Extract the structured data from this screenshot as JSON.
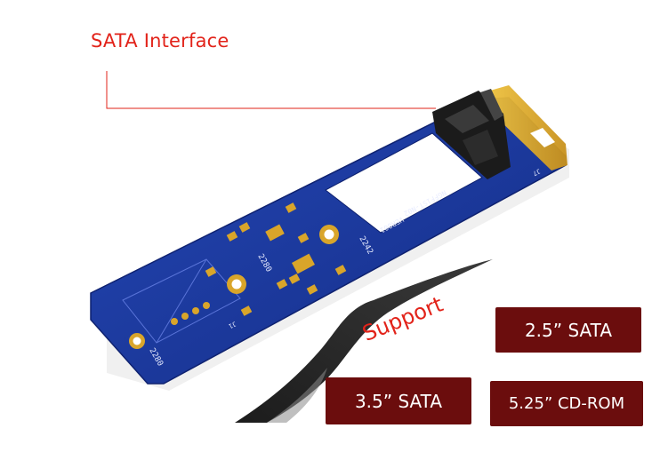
{
  "callout": {
    "label": "SATA Interface"
  },
  "support": {
    "label": "Support"
  },
  "badges": {
    "sata_25": "2.5” SATA",
    "sata_35": "3.5” SATA",
    "cdrom_525": "5.25” CD-ROM"
  },
  "board": {
    "silkscreen_model": "NGFF1ST-N02",
    "silkscreen_version": "VER001",
    "silkscreen_2242": "2242",
    "silkscreen_2280_mid": "2280",
    "silkscreen_2280_end": "2280",
    "silkscreen_j1": "J1",
    "silkscreen_j7": "J7"
  },
  "colors": {
    "label_red": "#e2231a",
    "badge_fill": "#6b0d0d",
    "pcb_blue": "#1a3aa0",
    "gold": "#d9a52a"
  }
}
